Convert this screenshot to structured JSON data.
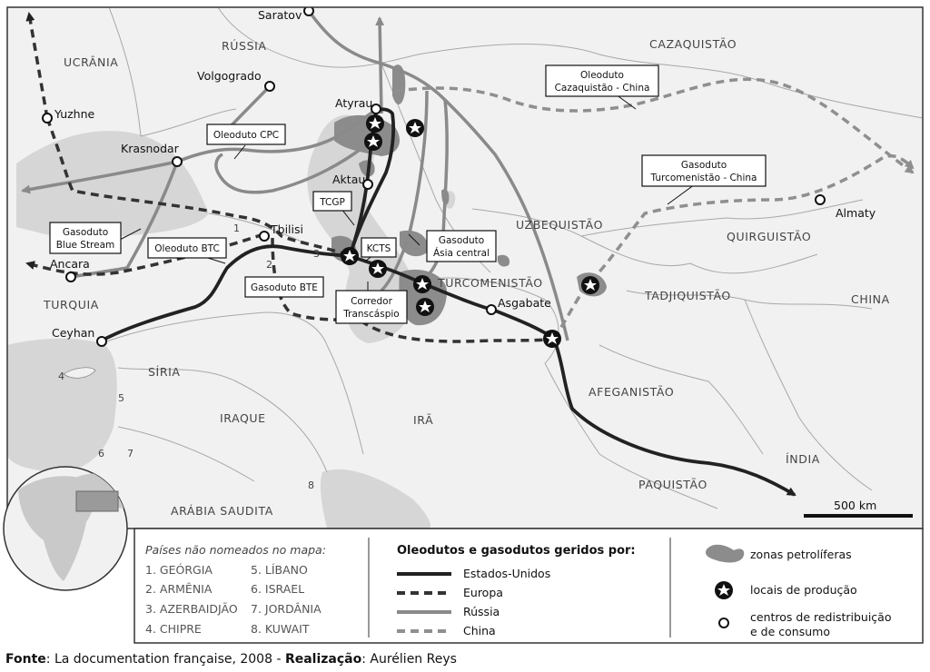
{
  "countries": {
    "ucrania": "UCRÂNIA",
    "russia": "RÚSSIA",
    "cazaquistao": "CAZAQUISTÃO",
    "uzbequistao": "UZBEQUISTÃO",
    "quirguistao": "QUIRGUISTÃO",
    "turcomenistao": "TURCOMENISTÃO",
    "tadjiquistao": "TADJIQUISTÃO",
    "china": "CHINA",
    "turquia": "TURQUIA",
    "siria": "SÍRIA",
    "iraque": "IRAQUE",
    "ira": "IRÃ",
    "afeganistao": "AFEGANISTÃO",
    "paquistao": "PAQUISTÃO",
    "india": "ÍNDIA",
    "arabia_saudita": "ARÁBIA SAUDITA"
  },
  "cities": {
    "saratov": "Saratov",
    "volgogrado": "Volgogrado",
    "yuzhne": "Yuzhne",
    "krasnodar": "Krasnodar",
    "atyrau": "Atyrau",
    "aktau": "Aktau",
    "tbilisi": "Tbilisi",
    "ancara": "Ancara",
    "ceyhan": "Ceyhan",
    "asgabate": "Asgabate",
    "almaty": "Almaty"
  },
  "pipelines": {
    "cpc": "Oleoduto CPC",
    "kaz_china_1": "Oleoduto",
    "kaz_china_2": "Cazaquistão - China",
    "turk_china_1": "Gasoduto",
    "turk_china_2": "Turcomenistão - China",
    "tcgp": "TCGP",
    "kcts": "KCTS",
    "asia_central_1": "Gasoduto",
    "asia_central_2": "Ásia central",
    "blue_stream_1": "Gasoduto",
    "blue_stream_2": "Blue Stream",
    "btc": "Oleoduto BTC",
    "bte": "Gasoduto BTE",
    "transcaspio_1": "Corredor",
    "transcaspio_2": "Transcáspio"
  },
  "map_numbers": [
    "1",
    "2",
    "3",
    "4",
    "5",
    "6",
    "7",
    "8"
  ],
  "scale_label": "500 km",
  "legend": {
    "unnamed_title": "Países não nomeados no mapa:",
    "unnamed_countries": [
      "1. GEÓRGIA",
      "2. ARMÊNIA",
      "3. AZERBAIDJÃO",
      "4. CHIPRE",
      "5. LÍBANO",
      "6. ISRAEL",
      "7. JORDÂNIA",
      "8. KUWAIT"
    ],
    "pipelines_title": "Oleodutos e gasodutos geridos por:",
    "managers": [
      "Estados-Unidos",
      "Europa",
      "Rússia",
      "China"
    ],
    "oil_zones": "zonas petrolíferas",
    "production_sites": "locais de produção",
    "centers_1": "centros de redistribuição",
    "centers_2": "e de consumo"
  },
  "colors": {
    "usa": "#222222",
    "europe": "#333333",
    "russia": "#8a8a8a",
    "china": "#8f8f8f",
    "oil_zone": "#8c8c8c",
    "land": "#f1f1f1",
    "sea": "#d6d6d6"
  },
  "icons": {
    "production": "star-in-circle-icon",
    "center": "open-circle-icon"
  },
  "source": {
    "label_1": "Fonte",
    "text_1": ": La documentation française, 2008 - ",
    "label_2": "Realização",
    "text_2": ": Aurélien Reys"
  }
}
